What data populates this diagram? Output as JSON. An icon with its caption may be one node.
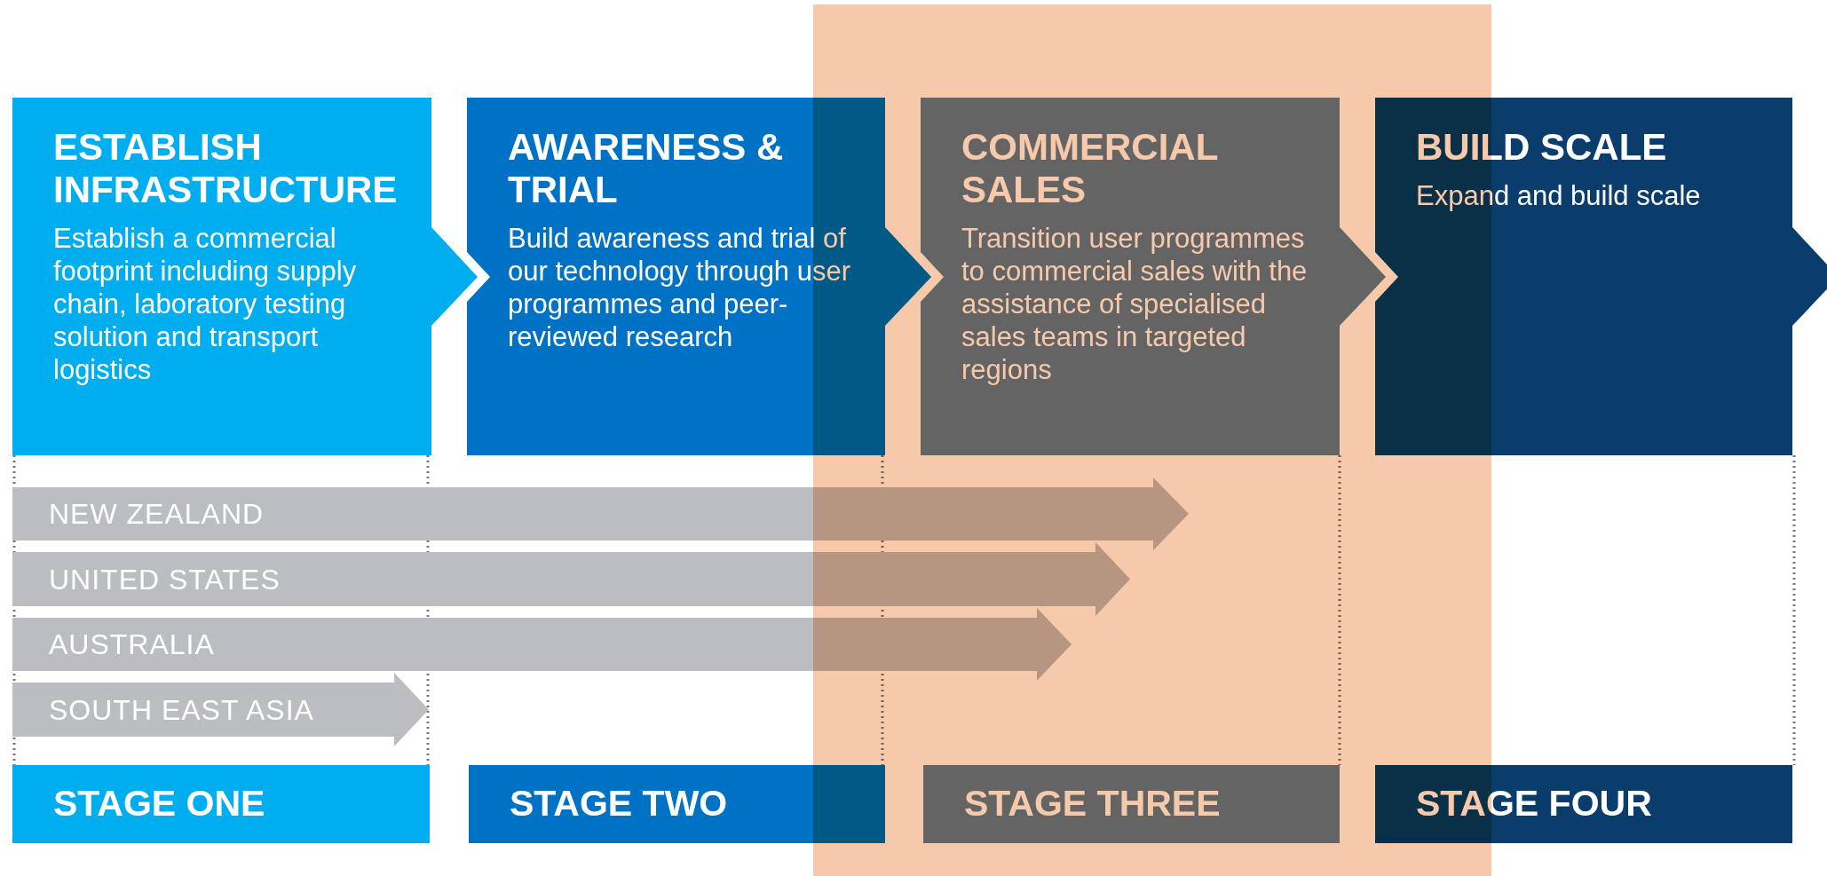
{
  "diagram": {
    "nodes": [
      {
        "text": [
          "ESTABLISH INFRASTRUCTURE",
          "Establish a commercial footprint including supply chain, laboratory testing solution and transport logistics"
        ]
      },
      {
        "text": [
          "AWARENESS & TRIAL",
          "Build awareness and trial of our technology through user programmes and peer-reviewed research"
        ]
      },
      {
        "text": [
          "COMMERCIAL SALES",
          "Transition user programmes to commercial sales with the assistance of specialised sales teams in targeted regions"
        ]
      },
      {
        "text": [
          "BUILD SCALE",
          "Expand and build scale"
        ]
      },
      {
        "text": [
          "NEW ZEALAND"
        ]
      },
      {
        "text": [
          "UNITED STATES"
        ]
      },
      {
        "text": [
          "AUSTRALIA"
        ]
      },
      {
        "text": [
          "SOUTH EAST ASIA"
        ]
      },
      {
        "text": [
          "STAGE ONE"
        ]
      },
      {
        "text": [
          "STAGE TWO"
        ]
      },
      {
        "text": [
          "STAGE THREE"
        ]
      },
      {
        "text": [
          "STAGE FOUR"
        ]
      }
    ]
  }
}
